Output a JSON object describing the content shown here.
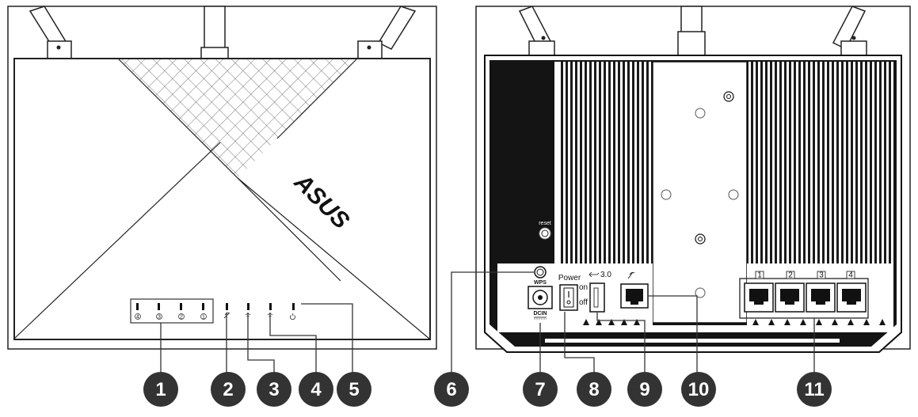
{
  "front": {
    "brand": "ASUS",
    "lan_led_marks": [
      "4",
      "3",
      "2",
      "1"
    ]
  },
  "rear": {
    "reset_label": "reset",
    "wps_label": "WPS",
    "dcin_label": "DCIN",
    "power_label": "Power",
    "on_label": "on",
    "off_label": "off",
    "usb_label": "3.0",
    "lan_port_labels": [
      "1",
      "2",
      "3",
      "4"
    ]
  },
  "callouts": [
    "1",
    "2",
    "3",
    "4",
    "5",
    "6",
    "7",
    "8",
    "9",
    "10",
    "11"
  ],
  "colors": {
    "outline": "#222222",
    "callout_fill": "#333333",
    "callout_text": "#ffffff"
  }
}
